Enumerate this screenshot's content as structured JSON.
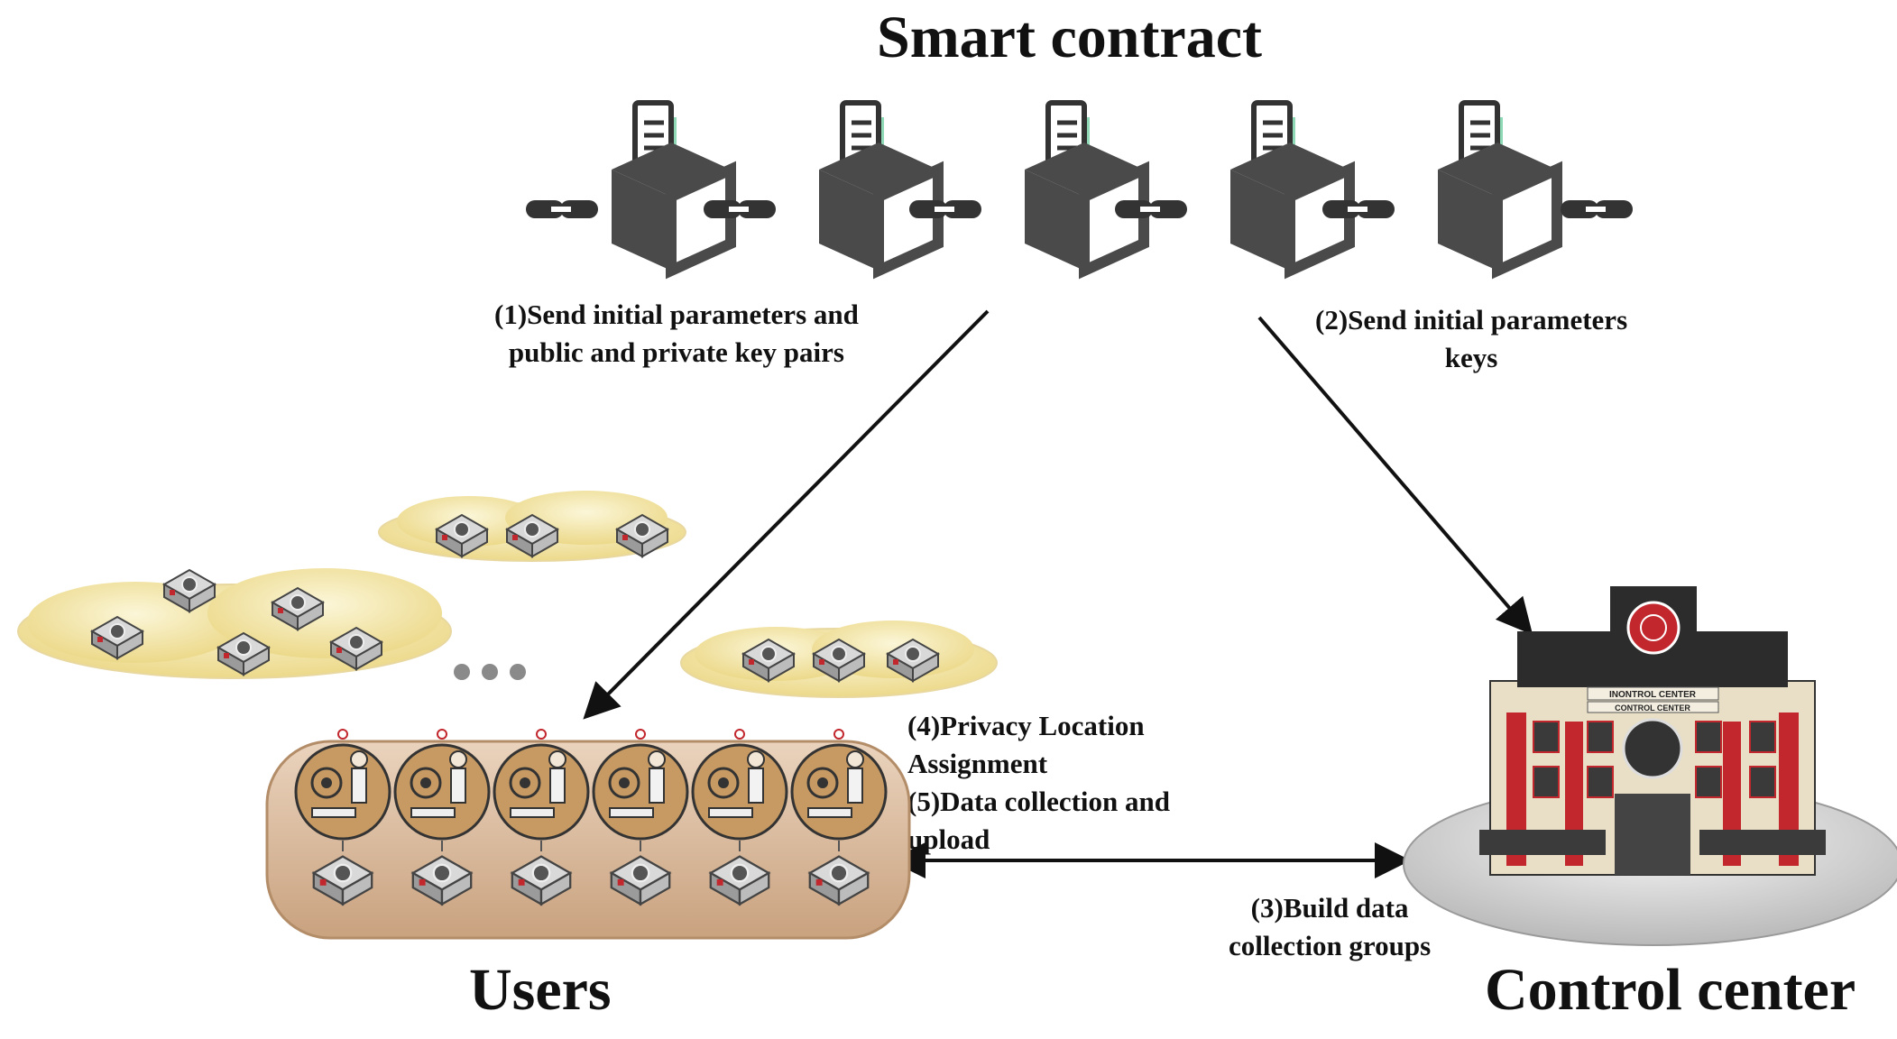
{
  "titles": {
    "smart_contract": "Smart contract",
    "users": "Users",
    "control_center": "Control center"
  },
  "steps": {
    "step1_line1": "(1)Send initial parameters and",
    "step1_line2": "public and private key pairs",
    "step2_line1": "(2)Send initial parameters",
    "step2_line2": "keys",
    "step3_line1": "(3)Build data",
    "step3_line2": "collection groups",
    "step4_line1": "(4)Privacy Location",
    "step4_line2": "Assignment",
    "step5_line1": "(5)Data collection and",
    "step5_line2": "upload"
  },
  "building": {
    "sign_top": "INONTROL CENTER",
    "sign_bottom": "CONTROL CENTER"
  },
  "colors": {
    "block": "#4a4a4a",
    "document_accent": "#8fd9b6",
    "cloud_fill": "#f3e6a6",
    "user_pill": "#d9b899",
    "platform": "#d8d8d8",
    "building_red": "#c1272d"
  },
  "icons": {
    "block": "blockchain-block-icon",
    "chain_link": "chain-link-icon",
    "sensor_device": "sensor-device-icon",
    "user_avatar": "user-avatar-icon",
    "building": "control-center-building-icon",
    "ellipsis": "ellipsis-icon"
  },
  "counts": {
    "blocks": 5,
    "users": 6
  }
}
